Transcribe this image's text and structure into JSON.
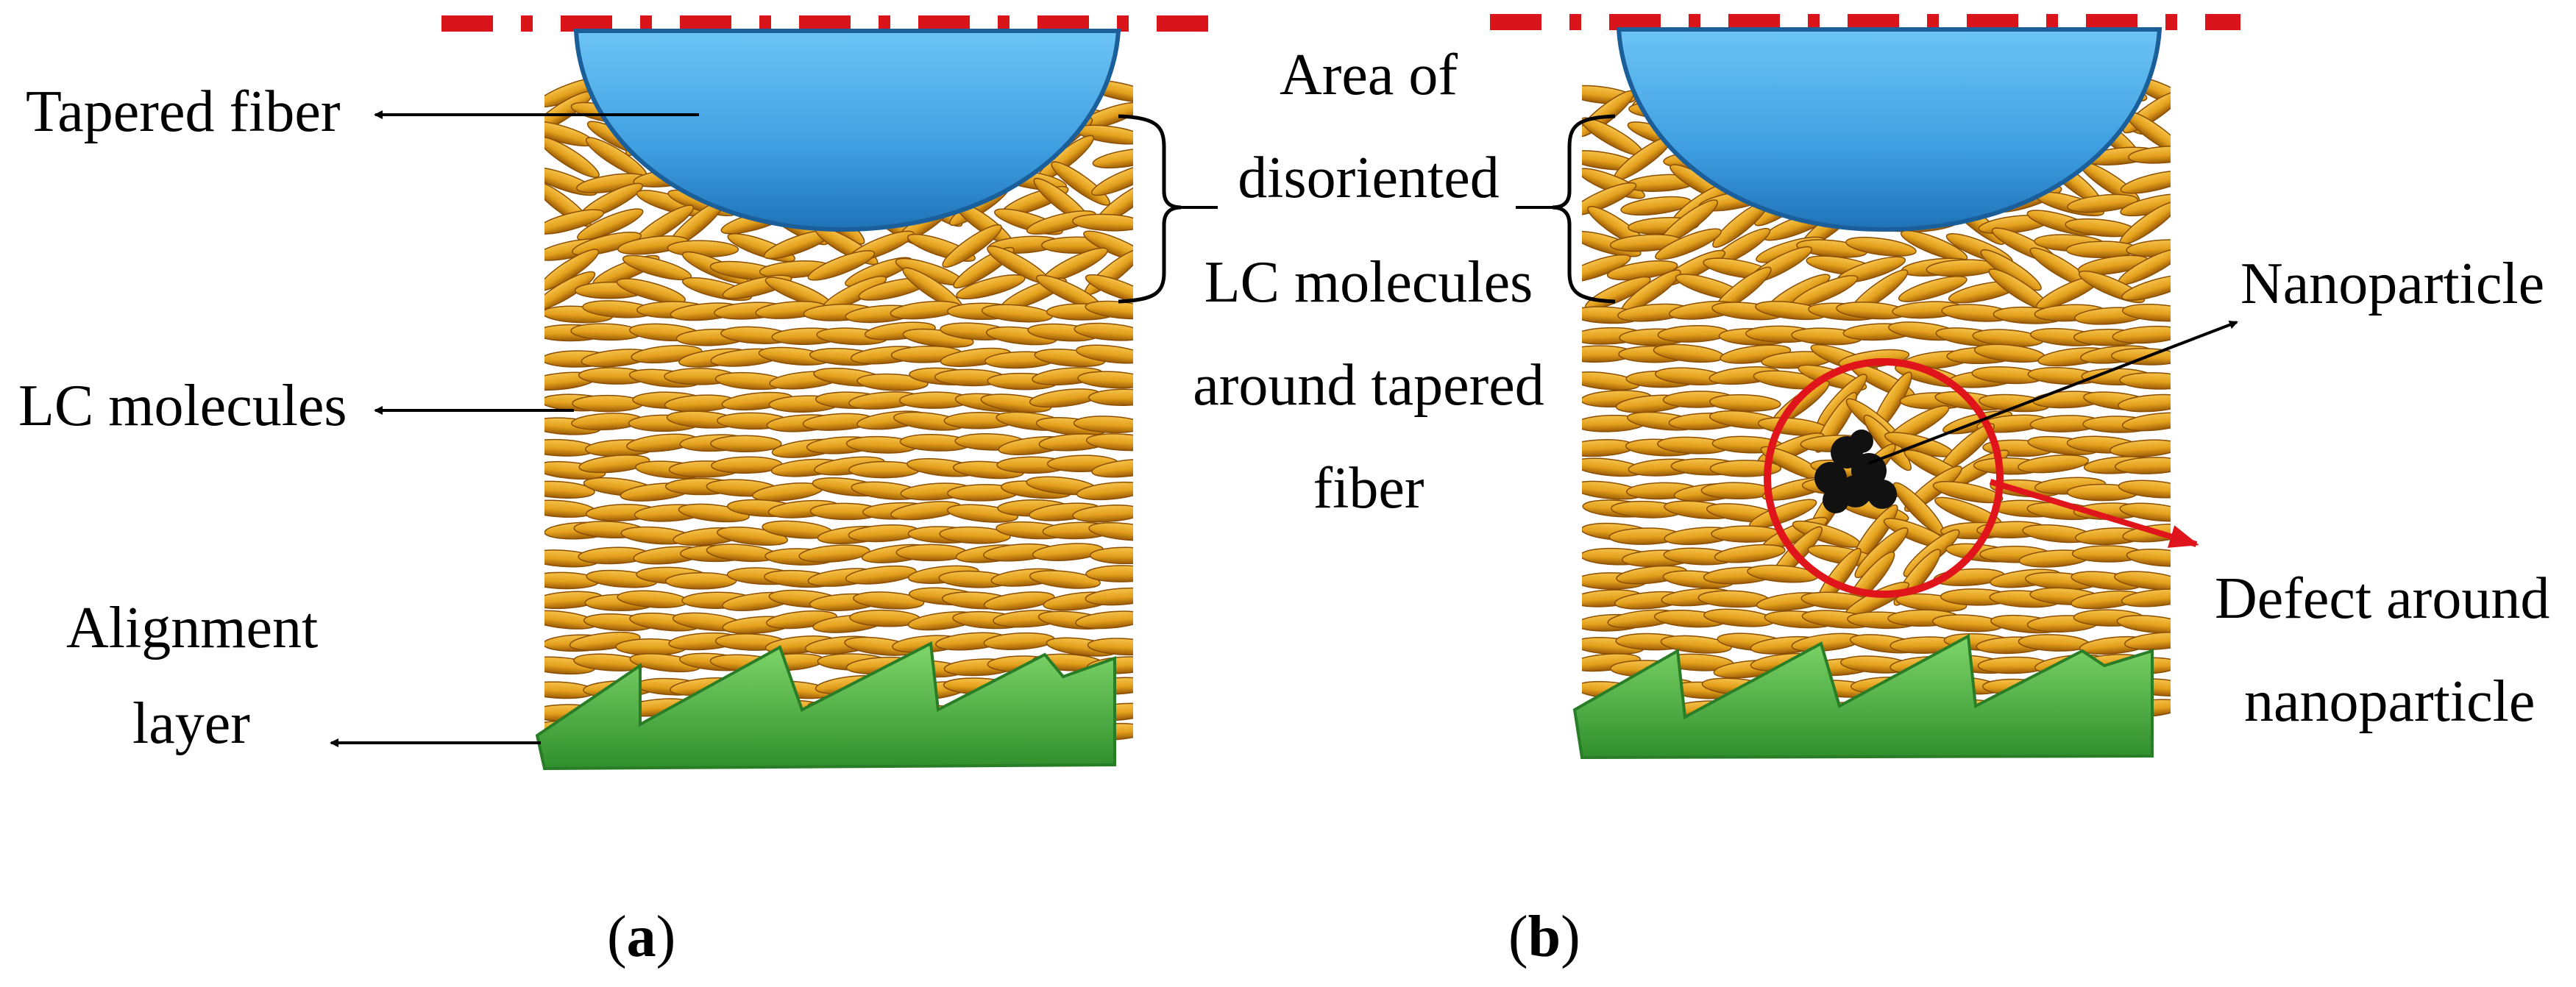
{
  "panels": [
    {
      "id": "a",
      "caption_letter": "a",
      "labels": {
        "tapered_fiber": "Tapered fiber",
        "lc_molecules": "LC molecules",
        "alignment_layer_line1": "Alignment",
        "alignment_layer_line2": "layer"
      }
    },
    {
      "id": "b",
      "caption_letter": "b",
      "labels": {
        "nanoparticle": "Nanoparticle",
        "defect_line1": "Defect around",
        "defect_line2": "nanoparticle"
      }
    }
  ],
  "shared_annotation": {
    "lines": [
      "Area of",
      "disoriented",
      "LC molecules",
      "around tapered",
      "fiber"
    ]
  },
  "colors": {
    "fiber": "#3e9ee0",
    "molecule": "#e3a01c",
    "alignment_layer": "#3fae3a",
    "nanoparticle": "#111111",
    "defect_circle": "#e0141b",
    "dash_line": "#d9151b"
  }
}
